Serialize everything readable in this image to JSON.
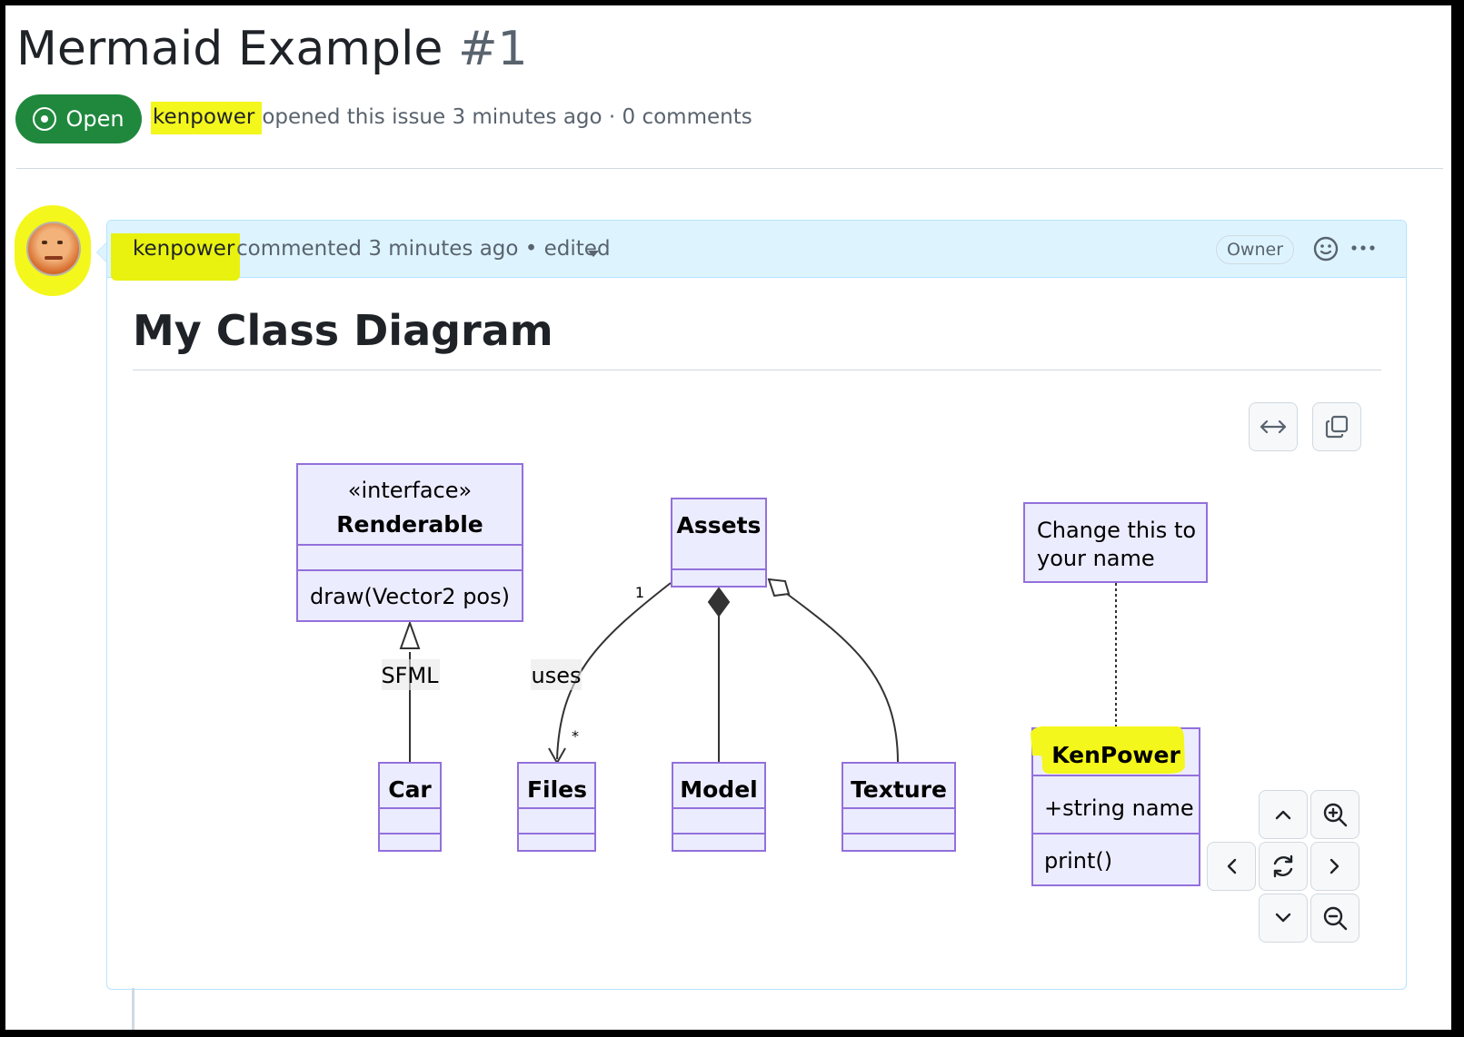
{
  "issue": {
    "title": "Mermaid Example",
    "number": "#1",
    "state": "Open",
    "author": "kenpower",
    "meta_text": "opened this issue 3 minutes ago · 0 comments"
  },
  "comment": {
    "author": "kenpower",
    "meta_text": "commented 3 minutes ago • edited",
    "role_badge": "Owner",
    "icons": [
      "smiley-icon",
      "kebab-horizontal-icon",
      "caret-down-icon"
    ]
  },
  "diagram": {
    "heading": "My Class Diagram",
    "toolbar_icons": [
      "expand-horizontal-icon",
      "copy-icon"
    ],
    "pan_zoom_icons": [
      "chevron-up-icon",
      "zoom-in-icon",
      "chevron-left-icon",
      "reset-icon",
      "chevron-right-icon",
      "chevron-down-icon",
      "zoom-out-icon"
    ],
    "classes": {
      "renderable": {
        "stereotype": "«interface»",
        "name": "Renderable",
        "method": "draw(Vector2 pos)"
      },
      "assets": {
        "name": "Assets"
      },
      "car": {
        "name": "Car"
      },
      "files": {
        "name": "Files"
      },
      "model": {
        "name": "Model"
      },
      "texture": {
        "name": "Texture"
      },
      "kenpower": {
        "name": "KenPower",
        "attribute": "+string name",
        "method": "print()"
      }
    },
    "note": {
      "line1": "Change this to",
      "line2": "your name"
    },
    "labels": {
      "sfml": "SFML",
      "uses": "uses",
      "mult_one": "1",
      "mult_many": "*"
    },
    "colors": {
      "class_fill": "#ececff",
      "class_stroke": "#9370db",
      "open_badge": "#1f883d",
      "highlight": "#f4f71b"
    }
  }
}
